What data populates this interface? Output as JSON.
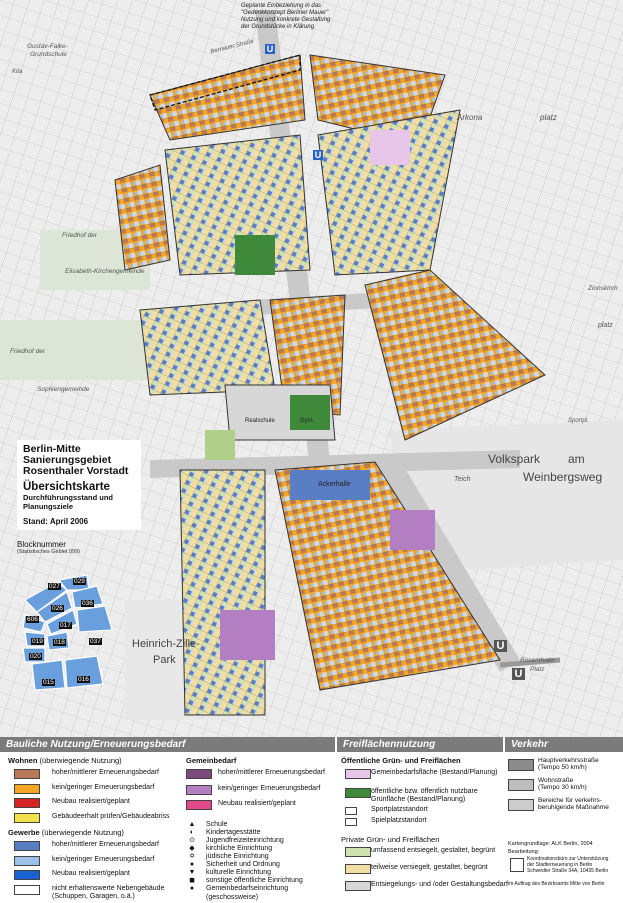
{
  "map": {
    "title": {
      "line1": "Berlin-Mitte",
      "line2": "Sanierungsgebiet",
      "line3": "Rosenthaler Vorstadt",
      "subtitle": "Übersichtskarte",
      "desc1": "Durchführungsstand und",
      "desc2": "Planungsziele",
      "date": "Stand: April 2006"
    },
    "block_numbers": {
      "heading": "Blocknummer",
      "subheading": "(Statistisches Gebiet 099)",
      "blocks": [
        "027",
        "029",
        "026",
        "036",
        "606",
        "017",
        "019",
        "037",
        "018",
        "020",
        "015",
        "016"
      ]
    },
    "annotation": {
      "line1": "Geplante Einbeziehung in das",
      "line2": "\"Gedenkkonzept Berliner Mauer\"",
      "line3": "Nutzung und konkrete Gestaltung",
      "line4": "der Grundstücke in Klärung"
    },
    "place_labels": {
      "gutsfalke": "Gustav-Falke-",
      "grundschule": "Grundschule",
      "kita": "Kita",
      "bernauer": "Bernauer Straße",
      "arkona": "Arkona",
      "platz": "platz",
      "friedhof1": "Friedhof der",
      "elisabeth": "Elisabeth-Kirchengemeinde",
      "friedhof2": "Friedhof der",
      "sophien": "Sophiengemeinde",
      "volkspark": "Volkspark",
      "am": "am",
      "weinbergsweg": "Weinbergsweg",
      "heinrich": "Heinrich-Zille-",
      "park": "Park",
      "ackerhalle": "Ackerhalle",
      "realschule": "Realschule",
      "gym": "Gym.",
      "teich": "Teich",
      "zionskirch": "Zionskirch",
      "platz2": "platz",
      "sportpl": "Sportpl.",
      "rosenthaler": "Rosenthaler",
      "platz3": "Platz",
      "u1": "U",
      "u2": "U",
      "u3": "U",
      "u4": "U"
    },
    "legend": {
      "bauliche": {
        "header": "Bauliche Nutzung/Erneuerungsbedarf",
        "wohnen": "Wohnen",
        "wohnen_note": "(überwiegende Nutzung)",
        "w_items": [
          {
            "label": "hoher/mittlerer Erneuerungsbedarf",
            "color": "#b9785a"
          },
          {
            "label": "kein/geringer Erneuerungsbedarf",
            "color": "#f5a623"
          },
          {
            "label": "Neubau realisiert/geplant",
            "color": "#d92323"
          },
          {
            "label": "Gebäudeerhalt prüfen/Gebäudeabriss",
            "color": "#f2e14c"
          }
        ],
        "gewerbe": "Gewerbe",
        "gewerbe_note": "(überwiegende Nutzung)",
        "g_items": [
          {
            "label": "hoher/mittlerer Erneuerungsbedarf",
            "color": "#5a7ec3"
          },
          {
            "label": "kein/geringer Erneuerungsbedarf",
            "color": "#9dc1e8"
          },
          {
            "label": "Neubau realisiert/geplant",
            "color": "#1a62d1"
          },
          {
            "label": "nicht erhaltenswerte Nebengebäude",
            "color": "#ffffff"
          }
        ],
        "g_extra": "(Schuppen, Garagen, o.ä.)"
      },
      "gemeinbedarf": {
        "header": "Gemeinbedarf",
        "items": [
          {
            "label": "hoher/mittlerer Erneuerungsbedarf",
            "color": "#7a4a7d"
          },
          {
            "label": "kein/geringer Erneuerungsbedarf",
            "color": "#b37fc2"
          },
          {
            "label": "Neubau realisiert/geplant",
            "color": "#e04a8a"
          }
        ],
        "symbols": [
          {
            "icon": "▲",
            "label": "Schule"
          },
          {
            "icon": "◐",
            "label": "Kindertagesstätte"
          },
          {
            "icon": "⊙",
            "label": "Jugendfreizeiteinrichtung"
          },
          {
            "icon": "◆",
            "label": "kirchliche Einrichtung"
          },
          {
            "icon": "✡",
            "label": "jüdische Einrichtung"
          },
          {
            "icon": "●",
            "label": "Sicherheit und Ordnung"
          },
          {
            "icon": "▼",
            "label": "kulturelle Einrichtung"
          },
          {
            "icon": "◼",
            "label": "sonstige öffentliche Einrichtung"
          },
          {
            "icon": "●",
            "label": "Gemeinbedarfseinrichtung"
          }
        ],
        "sym_extra": "(geschossweise)"
      },
      "frei": {
        "header": "Freiflächennutzung",
        "oeffentlich": "Öffentliche Grün- und Freiflächen",
        "o_items": [
          {
            "label": "Gemeinbedarfsfläche (Bestand/Planung)",
            "color": "#e7c6ea"
          },
          {
            "label": "öffentliche bzw. öffentlich nutzbare",
            "color": "#3f8a3a"
          }
        ],
        "o_extra": "Grünfläche (Bestand/Planung)",
        "sportplatz": "Sportplatzstandort",
        "spielplatz": "Spielplatzstandort",
        "privat": "Private Grün- und Freiflächen",
        "p_items": [
          {
            "label": "umfassend entsiegelt, gestaltet, begrünt",
            "color": "#cfe3b2"
          },
          {
            "label": "teilweise versiegelt, gestaltet, begrünt",
            "color": "#f1dea2"
          },
          {
            "label": "Entsiegelungs- und /oder Gestaltungsbedarf",
            "color": "#d7d7d7"
          }
        ]
      },
      "verkehr": {
        "header": "Verkehr",
        "items": [
          {
            "label": "Hauptverkehrsstraße",
            "extra": "(Tempo 50 km/h)",
            "color": "#8c8c8c"
          },
          {
            "label": "Wohnstraße",
            "extra": "(Tempo 30 km/h)",
            "color": "#bdbdbd"
          },
          {
            "label": "Bereiche für verkehrs-",
            "extra": "beruhigende Maßnahme",
            "color": "#cccccc"
          }
        ],
        "grundlage": "Kartengrundlage: ALK Berlin, 2004",
        "bearbeitung": "Bearbeitung:",
        "koord1": "Koordinationsbüro zur Unterstützung",
        "koord2": "der Stadterneuerung in Berlin",
        "koord3": "Schwedter Straße 34A, 10435 Berlin",
        "auftrag": "im Auftrag des Bezirksamts Mitte von Berlin"
      }
    }
  }
}
